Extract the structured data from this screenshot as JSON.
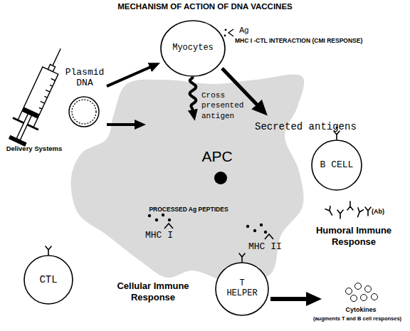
{
  "diagram": {
    "title": "MECHANISM OF ACTION OF DNA VACCINES",
    "nodes": [
      {
        "text": [
          "Plasmid DNA"
        ]
      },
      {
        "text": [
          "Myocytes"
        ]
      },
      {
        "text": [
          "APC",
          "PROCESSED Ag PEPTIDES"
        ]
      },
      {
        "text": [
          "B CELL"
        ]
      },
      {
        "text": [
          "CTL"
        ]
      },
      {
        "text": [
          "T HELPER"
        ]
      }
    ],
    "edges": [
      {
        "from": 0,
        "to": 1,
        "arrow": "to"
      },
      {
        "from": 0,
        "to": 2,
        "arrow": "to"
      },
      {
        "from": 1,
        "to": 2,
        "label": "Cross presented antigen",
        "arrow": "to"
      }
    ],
    "labels": [
      "Delivery Systems",
      "Ag",
      "MHC I -CTL INTERACTION (CMI RESPONSE)",
      "Secreted antigens",
      "(Ab)",
      "Humoral Immune Response",
      "MHC I",
      "MHC II",
      "Cellular Immune Response",
      "Cytokines",
      "(augments T and B cell responses)"
    ]
  }
}
